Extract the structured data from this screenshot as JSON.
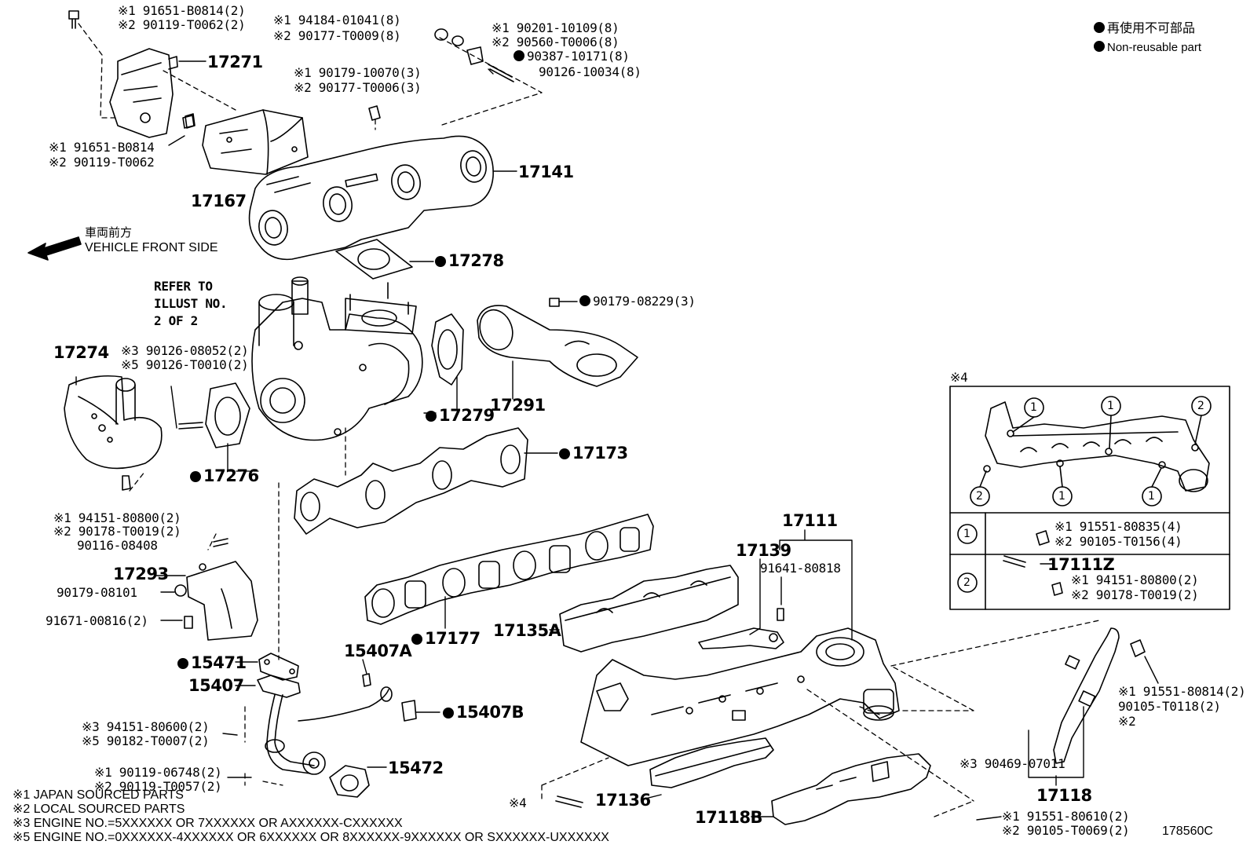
{
  "legend": {
    "nonreusable_jp": "再使用不可部品",
    "nonreusable_en": "Non-reusable part"
  },
  "direction": {
    "label_jp": "車両前方",
    "label_en": "VEHICLE FRONT SIDE"
  },
  "refer": {
    "line1": "REFER TO",
    "line2": "ILLUST NO.",
    "line3": "2 OF 2"
  },
  "parts": {
    "p17271": "17271",
    "p17167": "17167",
    "p17141": "17141",
    "p17278": "17278",
    "p17274": "17274",
    "p17279": "17279",
    "p17291": "17291",
    "p17276": "17276",
    "p17173": "17173",
    "p17293": "17293",
    "p17177": "17177",
    "p17111": "17111",
    "p17139": "17139",
    "p17135A": "17135A",
    "p15471": "15471",
    "p15407": "15407",
    "p15407A": "15407A",
    "p15407B": "15407B",
    "p15472": "15472",
    "p17136": "17136",
    "p17118": "17118",
    "p17118B": "17118B",
    "p17111Z": "17111Z"
  },
  "callouts": {
    "c1a": "※1 91651-B0814(2)",
    "c1b": "※2 90119-T0062(2)",
    "c2a": "※1 94184-01041(8)",
    "c2b": "※2 90177-T0009(8)",
    "c3a": "※1 90201-10109(8)",
    "c3b": "※2 90560-T0006(8)",
    "c3c": "90387-10171(8)",
    "c3d": "90126-10034(8)",
    "c4a": "※1 90179-10070(3)",
    "c4b": "※2 90177-T0006(3)",
    "c5a": "※1 91651-B0814",
    "c5b": "※2 90119-T0062",
    "c6": "90179-08229(3)",
    "c7a": "※3 90126-08052(2)",
    "c7b": "※5 90126-T0010(2)",
    "c8a": "※1 94151-80800(2)",
    "c8b": "※2 90178-T0019(2)",
    "c8c": "90116-08408",
    "c9": "90179-08101",
    "c10": "91671-00816(2)",
    "c11": "91641-80818",
    "c12a": "※3 94151-80600(2)",
    "c12b": "※5 90182-T0007(2)",
    "c13a": "※1 90119-06748(2)",
    "c13b": "※2 90119-T0057(2)",
    "c14": "※4",
    "c15a": "※1 91551-80814(2)",
    "c15b": "90105-T0118(2)",
    "c15c": "※2",
    "c16": "※3 90469-07011",
    "c17a": "※1 91551-80610(2)",
    "c17b": "※2 90105-T0069(2)"
  },
  "inset": {
    "title": "※4",
    "circle1": "1",
    "circle2": "2",
    "row1a": "※1 91551-80835(4)",
    "row1b": "※2 90105-T0156(4)",
    "row2a": "※1 94151-80800(2)",
    "row2b": "※2 90178-T0019(2)"
  },
  "notes": {
    "n1": "※1 JAPAN SOURCED PARTS",
    "n2": "※2 LOCAL SOURCED PARTS",
    "n3": "※3 ENGINE NO.=5XXXXXX OR 7XXXXXX OR AXXXXXX-CXXXXXX",
    "n5": "※5 ENGINE NO.=0XXXXXX-4XXXXXX OR 6XXXXXX OR 8XXXXXX-9XXXXXX OR SXXXXXX-UXXXXXX"
  },
  "illustration_id": "178560C"
}
